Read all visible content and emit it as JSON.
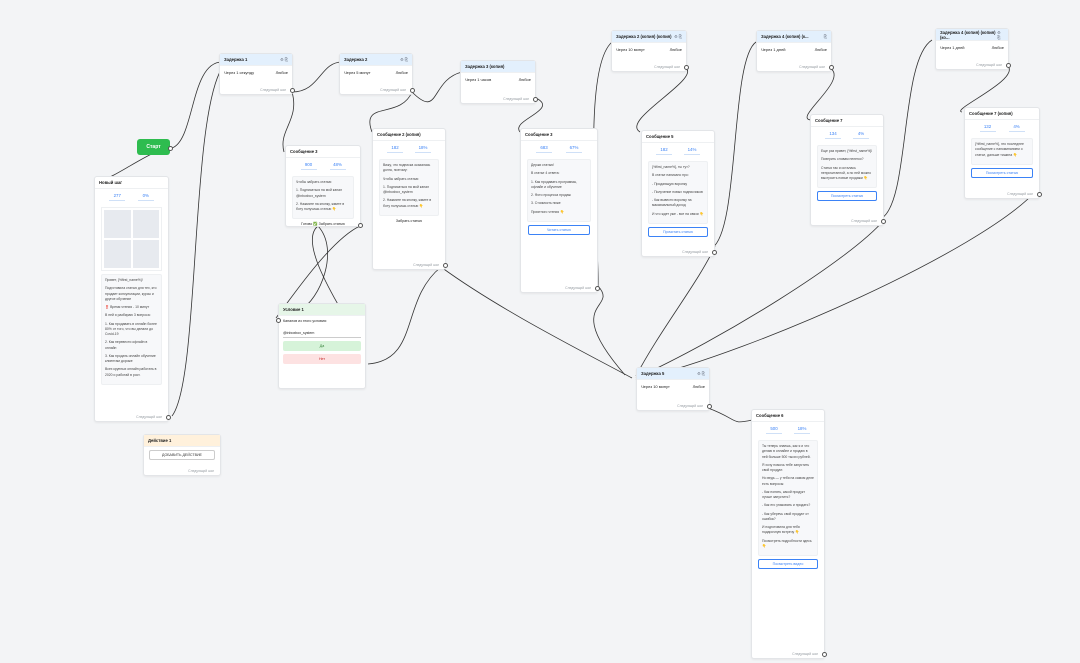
{
  "start": {
    "label": "Старт"
  },
  "next_step": "Следующий шаг",
  "any_day": "Любое",
  "new_node": {
    "title": "Новый шаг",
    "stats": [
      "277",
      "0%"
    ],
    "lines": [
      "Привет, {%first_name%}!",
      "Подготовила статью для тех, кто продает консультации, курсы и другое обучение",
      "‼️ Время чтения - 10 минут",
      "В ней я разбираю 3 вопроса:",
      "1. Как продавать в онлайн более 80% от того, что вы делали до Covid-19",
      "2. Как перевести офлайн в онлайн",
      "3. Как продать онлайн обучение клиентам дороже",
      "Всех крупных онлайн работать в 2020 и работай в рост."
    ]
  },
  "action": {
    "title": "Действие 1",
    "button": "ДОБАВИТЬ ДЕЙСТВИЕ"
  },
  "delays": [
    {
      "title": "Задержка 1",
      "delay": "Через 1 секунду"
    },
    {
      "title": "Задержка 2",
      "delay": "Через 5 минут"
    },
    {
      "title": "Задержка 3 (копия)",
      "delay": "Через 1 часов"
    },
    {
      "title": "Задержка 2 (копия) (копия)",
      "delay": "Через 10 минут"
    },
    {
      "title": "Задержка 4 (копия) (к...",
      "delay": "Через 1 дней"
    },
    {
      "title": "Задержка 4 (копия) (копия) (ко...",
      "delay": "Через 1 дней"
    },
    {
      "title": "Задержка 5",
      "delay": "Через 10 минут"
    }
  ],
  "msg3": {
    "title": "Сообщение 3",
    "stats": [
      "900",
      "48%"
    ],
    "lines": [
      "Чтобы забрать статью:",
      "1. Подписаться на мой канал @inboxbox_system",
      "2. Нажмите на кнопку, жмите в боту получишь статью 👇"
    ],
    "button": "Готово ✅ Забрать статью"
  },
  "msg2c": {
    "title": "Сообщение 2 (копия)",
    "stats": [
      "182",
      "18%"
    ],
    "lines": [
      "Вижу, что подписка оказалась долга, поэтому:",
      "Чтобы забрать статью:",
      "1. Подписаться на мой канал @inboxbox_system",
      "2. Нажмите на кнопку, жмите в боту получишь статью 👇"
    ],
    "button": "Забрать статью"
  },
  "cond": {
    "title": "Условие 1",
    "q": "Каналов из этого условия:",
    "field": "@inboxbox_system",
    "yes": "Да",
    "no": "Нет"
  },
  "msg3b": {
    "title": "Сообщение 3",
    "stats": [
      "683",
      "67%"
    ],
    "lines": [
      "Держи статью!",
      "В статье 4 ответа:",
      "1. Как продавать программы, офлайн и обучение",
      "2. Фото процесса продаж",
      "3. Стоимость ниже",
      "Приятного чтения 👇"
    ],
    "button": "Читать статью"
  },
  "msg5": {
    "title": "Сообщение 5",
    "stats": [
      "182",
      "14%"
    ],
    "lines": [
      "{%first_name%}, ты тут?",
      "В статье написано про:",
      "- Продающую воронку",
      "- Получение новых подписчиков",
      "- Как вывести воронку на максимальный доход",
      "И что ждет уже - все на связи 👇"
    ],
    "button": "Прочитать статью"
  },
  "msg7": {
    "title": "Сообщение 7",
    "stats": [
      "134",
      "4%"
    ],
    "lines": [
      "Еще раз привет, {%first_name%}!",
      "Поверить словам нелегко?",
      "Статья так и осталась непрочитанной, а по ней можно выстроить новые продажи 👇"
    ],
    "button": "Посмотреть статью"
  },
  "msg7c": {
    "title": "Сообщение 7 (копия)",
    "stats": [
      "132",
      "4%"
    ],
    "lines": [
      "{%first_name%}, это последнее сообщение с напоминанием о статье, дальше тишина 👇"
    ],
    "button": "Посмотреть статью"
  },
  "msg6": {
    "title": "Сообщение 6",
    "stats": [
      "500",
      "18%"
    ],
    "lines": [
      "Ты теперь знаешь, как я и что делаю в онлайне и продаю в ней больше 500 тысяч рублей.",
      "Я хочу помочь тебе запустить свой продукт.",
      "Но ведь — у тебя на самом деле есть вопросы:",
      "- Как понять, какой продукт лучше запустить?",
      "- Как его упаковать и продать?",
      "- Как уберечь свой продукт от ошибок?",
      "И подготовила для тебя подарочную встречу 👇",
      "Посмотреть подробности здесь 👇"
    ],
    "button": "Посмотреть видео"
  }
}
